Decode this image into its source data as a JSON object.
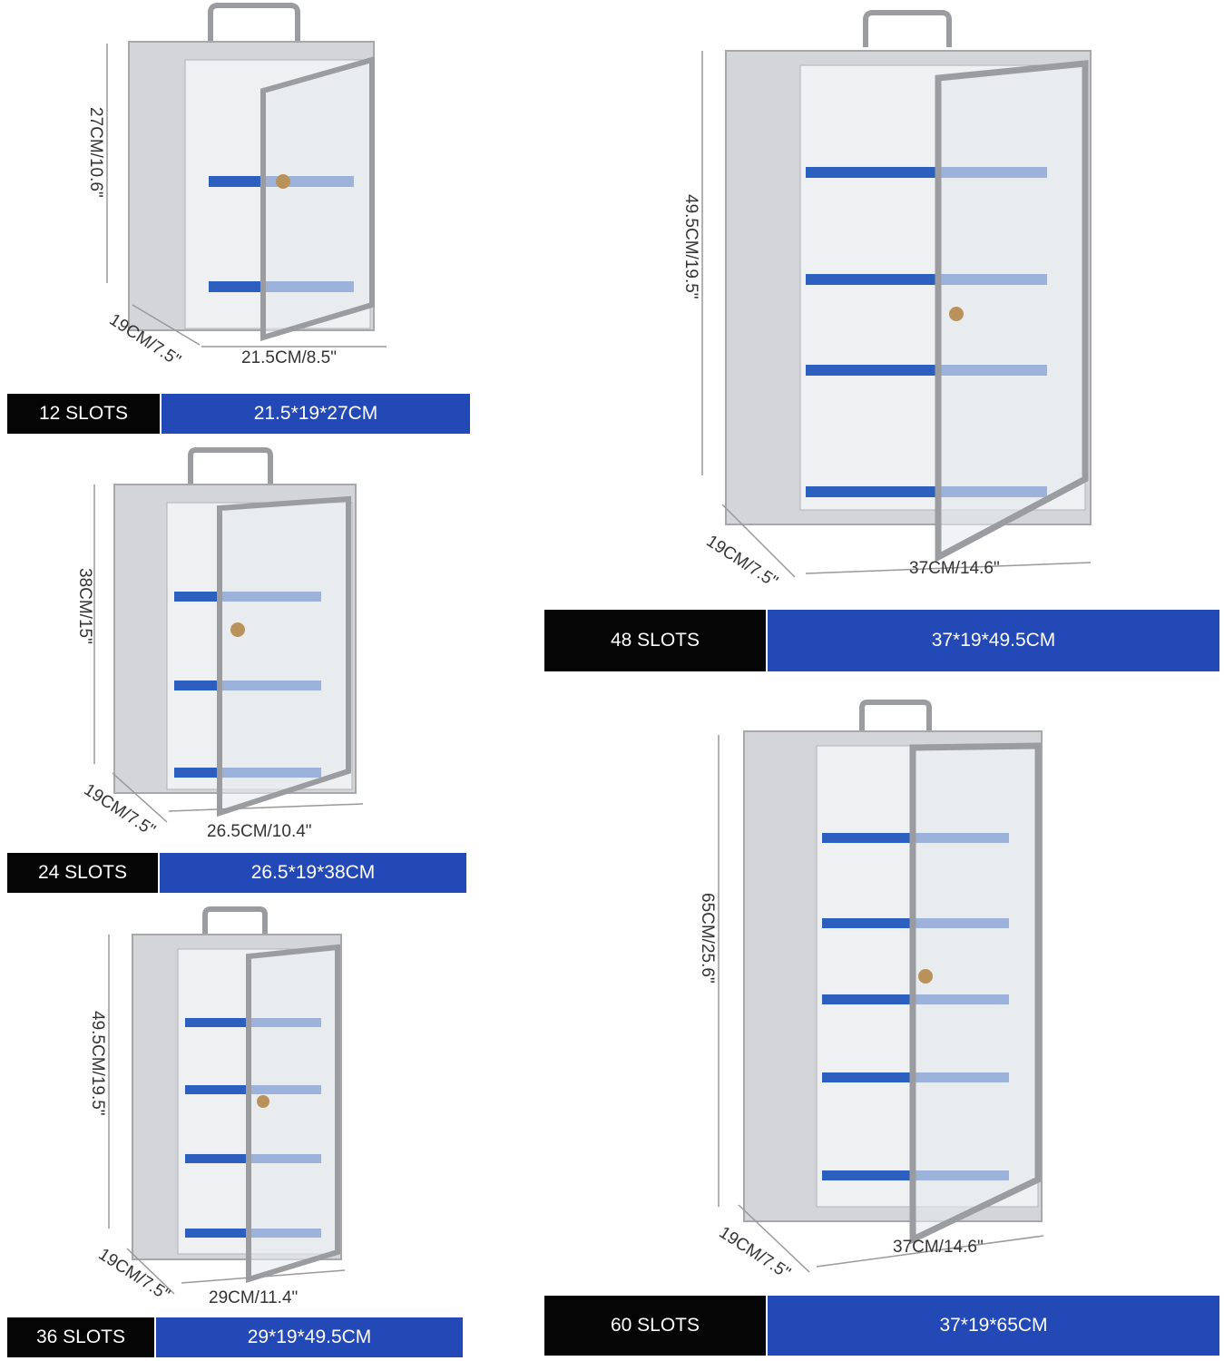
{
  "cabinets": [
    {
      "slots": "12 SLOTS",
      "size": "21.5*19*27CM",
      "height": "27CM/10.6\"",
      "depth": "19CM/7.5\"",
      "width": "21.5CM/8.5\""
    },
    {
      "slots": "24 SLOTS",
      "size": "26.5*19*38CM",
      "height": "38CM/15\"",
      "depth": "19CM/7.5\"",
      "width": "26.5CM/10.4\""
    },
    {
      "slots": "36 SLOTS",
      "size": "29*19*49.5CM",
      "height": "49.5CM/19.5\"",
      "depth": "19CM/7.5\"",
      "width": "29CM/11.4\""
    },
    {
      "slots": "48 SLOTS",
      "size": "37*19*49.5CM",
      "height": "49.5CM/19.5\"",
      "depth": "19CM/7.5\"",
      "width": "37CM/14.6\""
    },
    {
      "slots": "60 SLOTS",
      "size": "37*19*65CM",
      "height": "65CM/25.6\"",
      "depth": "19CM/7.5\"",
      "width": "37CM/14.6\""
    }
  ],
  "colors": {
    "label_bg": "#050505",
    "size_bg": "#2349b6",
    "tag_blue": "#2d5fbf",
    "aluminum": "#d3d5d8"
  }
}
